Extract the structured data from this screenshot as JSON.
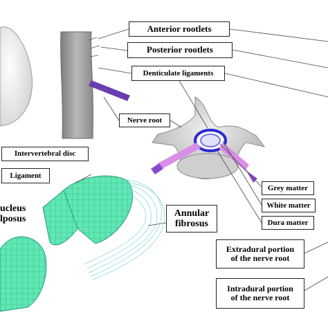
{
  "labels": {
    "anterior_rootlets": "Anterior rootlets",
    "posterior_rootlets": "Posterior rootlets",
    "denticulate_ligaments": "Denticulate ligaments",
    "nerve_root": "Nerve root",
    "intervertebral_disc": "Intervertebral disc",
    "ligament": "Ligament",
    "nucleus_pulposus_line1": "ucleus",
    "nucleus_pulposus_line2": "lposus",
    "annular_fibrosus_line1": "Annular",
    "annular_fibrosus_line2": "fibrosus",
    "grey_matter": "Grey matter",
    "white_matter": "White matter",
    "dura_matter": "Dura matter",
    "extradural_line1": "Extradural portion",
    "extradural_line2": "of the nerve root",
    "intradural_line1": "Intradural portion",
    "intradural_line2": "of the nerve root"
  },
  "colors": {
    "mesh_green": "#5fe8b4",
    "mesh_line": "#2a9a74",
    "nerve_purple": "#6a3db0",
    "root_pink": "#d98ee8",
    "cord_grey": "#9a9a9a",
    "bone_grey": "#c8c8c8",
    "ring_blue": "#2a2ad0"
  }
}
